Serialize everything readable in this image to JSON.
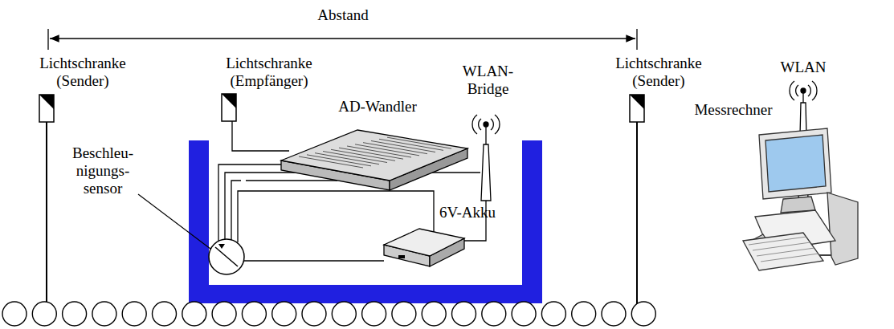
{
  "diagram": {
    "labels": [
      "Abstand",
      "Lichtschranke (Sender)",
      "Lichtschranke (Empfänger)",
      "AD-Wandler",
      "WLAN- Bridge",
      "Lichtschranke (Sender)",
      "WLAN",
      "Messrechner",
      "Beschleu- nigungs- sensor",
      "6V-Akku"
    ]
  }
}
